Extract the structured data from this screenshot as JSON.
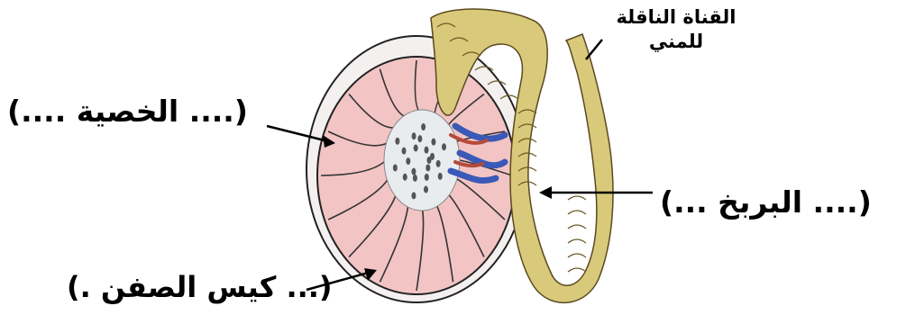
{
  "labels": {
    "testis": "(.... الخصية ....)",
    "epididymis": "(....   البربخ ...)",
    "scrotum": "(... كيس الصفن .)",
    "vas_deferens_line1": "القناة الناقلة",
    "vas_deferens_line2": "للمني"
  },
  "colors": {
    "lobule_fill": "#f2c4c4",
    "epididymis_fill": "#d9c97a",
    "outline": "#222222",
    "center_fill": "#e8ecef",
    "vessel_blue": "#3a59b8",
    "vessel_red": "#b54a3a"
  }
}
